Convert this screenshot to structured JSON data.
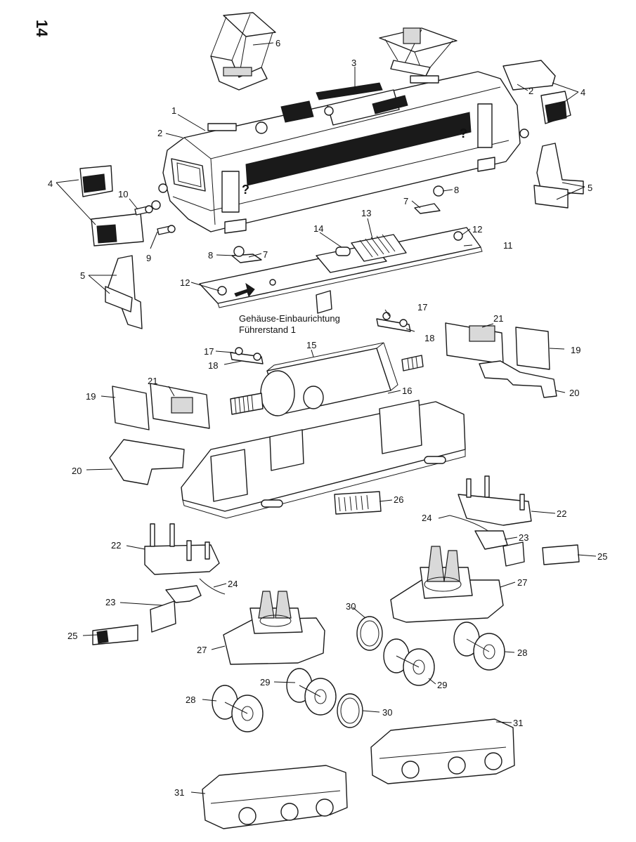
{
  "page_number": "14",
  "orientation_note": [
    "Gehäuse-Einbaurichtung",
    "Führerstand 1"
  ],
  "body_marks": [
    "?",
    "?"
  ],
  "colors": {
    "ink": "#1a1a1a",
    "paper": "#ffffff",
    "grille": "#1a1a1a"
  },
  "callouts": [
    {
      "id": "c1",
      "label": "1"
    },
    {
      "id": "c2a",
      "label": "2"
    },
    {
      "id": "c2b",
      "label": "2"
    },
    {
      "id": "c3",
      "label": "3"
    },
    {
      "id": "c4a",
      "label": "4"
    },
    {
      "id": "c4b",
      "label": "4"
    },
    {
      "id": "c5a",
      "label": "5"
    },
    {
      "id": "c5b",
      "label": "5"
    },
    {
      "id": "c6",
      "label": "6"
    },
    {
      "id": "c7a",
      "label": "7"
    },
    {
      "id": "c7b",
      "label": "7"
    },
    {
      "id": "c8a",
      "label": "8"
    },
    {
      "id": "c8b",
      "label": "8"
    },
    {
      "id": "c9",
      "label": "9"
    },
    {
      "id": "c10",
      "label": "10"
    },
    {
      "id": "c11",
      "label": "11"
    },
    {
      "id": "c12a",
      "label": "12"
    },
    {
      "id": "c12b",
      "label": "12"
    },
    {
      "id": "c13",
      "label": "13"
    },
    {
      "id": "c14",
      "label": "14"
    },
    {
      "id": "c15",
      "label": "15"
    },
    {
      "id": "c16",
      "label": "16"
    },
    {
      "id": "c17a",
      "label": "17"
    },
    {
      "id": "c17b",
      "label": "17"
    },
    {
      "id": "c18a",
      "label": "18"
    },
    {
      "id": "c18b",
      "label": "18"
    },
    {
      "id": "c19a",
      "label": "19"
    },
    {
      "id": "c19b",
      "label": "19"
    },
    {
      "id": "c20a",
      "label": "20"
    },
    {
      "id": "c20b",
      "label": "20"
    },
    {
      "id": "c21a",
      "label": "21"
    },
    {
      "id": "c21b",
      "label": "21"
    },
    {
      "id": "c22a",
      "label": "22"
    },
    {
      "id": "c22b",
      "label": "22"
    },
    {
      "id": "c23a",
      "label": "23"
    },
    {
      "id": "c23b",
      "label": "23"
    },
    {
      "id": "c24a",
      "label": "24"
    },
    {
      "id": "c24b",
      "label": "24"
    },
    {
      "id": "c25a",
      "label": "25"
    },
    {
      "id": "c25b",
      "label": "25"
    },
    {
      "id": "c26",
      "label": "26"
    },
    {
      "id": "c27a",
      "label": "27"
    },
    {
      "id": "c27b",
      "label": "27"
    },
    {
      "id": "c28a",
      "label": "28"
    },
    {
      "id": "c28b",
      "label": "28"
    },
    {
      "id": "c29a",
      "label": "29"
    },
    {
      "id": "c29b",
      "label": "29"
    },
    {
      "id": "c30a",
      "label": "30"
    },
    {
      "id": "c30b",
      "label": "30"
    },
    {
      "id": "c31a",
      "label": "31"
    },
    {
      "id": "c31b",
      "label": "31"
    }
  ]
}
